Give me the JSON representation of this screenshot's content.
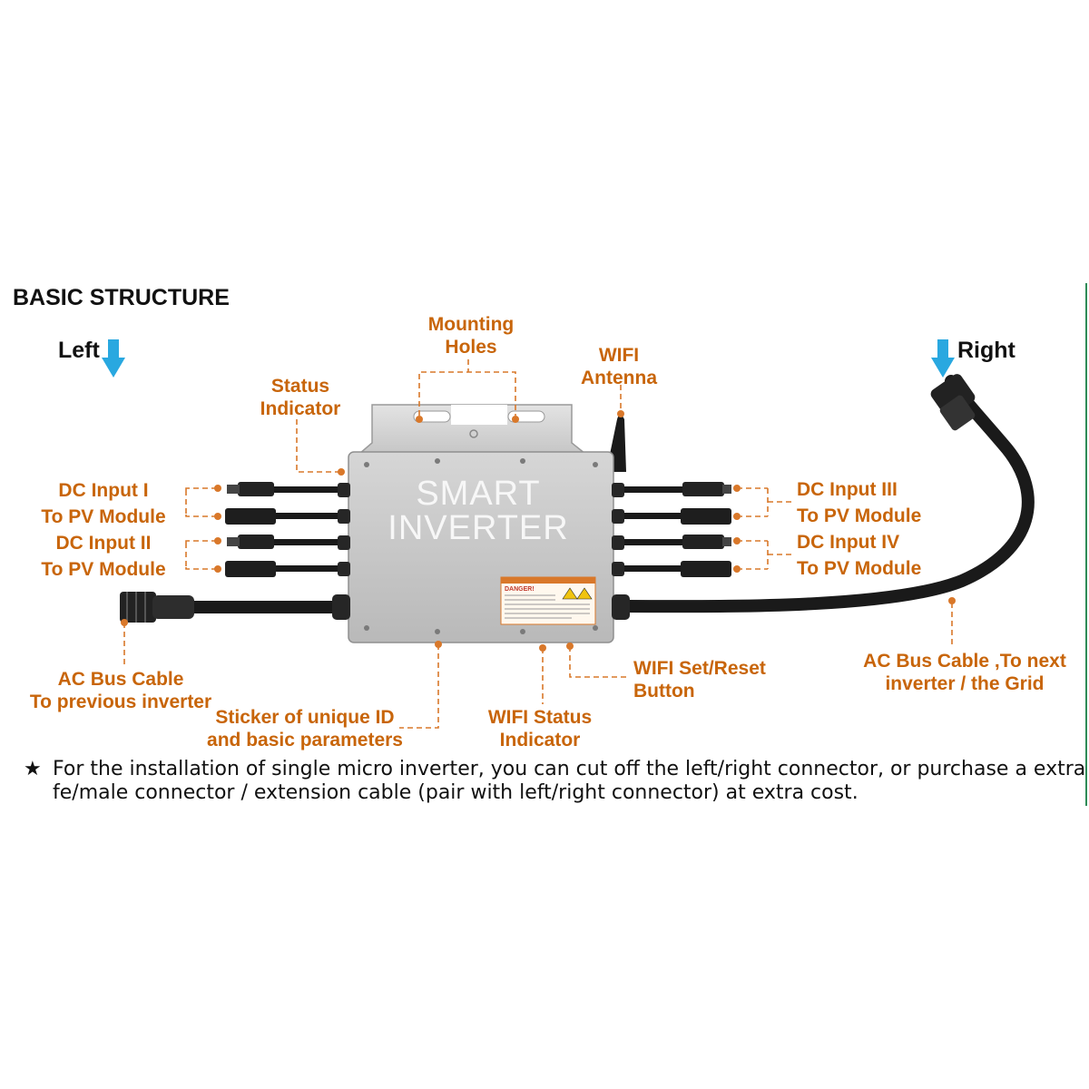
{
  "title": "BASIC STRUCTURE",
  "directions": {
    "left": "Left",
    "right": "Right"
  },
  "device": {
    "brand_line1": "SMART",
    "brand_line2": "INVERTER",
    "sticker_text": "DANGER!"
  },
  "labels": {
    "mounting_holes": [
      "Mounting",
      "Holes"
    ],
    "wifi_antenna": [
      "WIFI",
      "Antenna"
    ],
    "status_indicator": [
      "Status",
      "Indicator"
    ],
    "dc_input_1": [
      "DC Input  I",
      "To PV Module"
    ],
    "dc_input_2": [
      "DC Input II",
      "To PV Module"
    ],
    "dc_input_3": [
      "DC Input III",
      "To PV Module"
    ],
    "dc_input_4": [
      "DC Input IV",
      "To PV Module"
    ],
    "ac_bus_left": [
      "AC Bus Cable",
      "To previous inverter"
    ],
    "ac_bus_right": [
      "AC Bus Cable ,To next",
      "inverter / the Grid"
    ],
    "sticker": [
      "Sticker of unique ID",
      "and basic parameters"
    ],
    "wifi_status": [
      "WIFI Status",
      "Indicator"
    ],
    "wifi_reset": [
      "WIFI Set/Reset",
      "Button"
    ]
  },
  "note": {
    "symbol": "★",
    "line1": "For the installation of single micro inverter, you can cut off the left/right connector, or purchase a extra",
    "line2": "fe/male connector / extension cable (pair with left/right connector) at extra cost."
  },
  "colors": {
    "label": "#c8650a",
    "callout": "#d9782a",
    "arrow": "#29a8e0",
    "housing": "#c9c9c9",
    "cable": "#1a1a1a"
  }
}
